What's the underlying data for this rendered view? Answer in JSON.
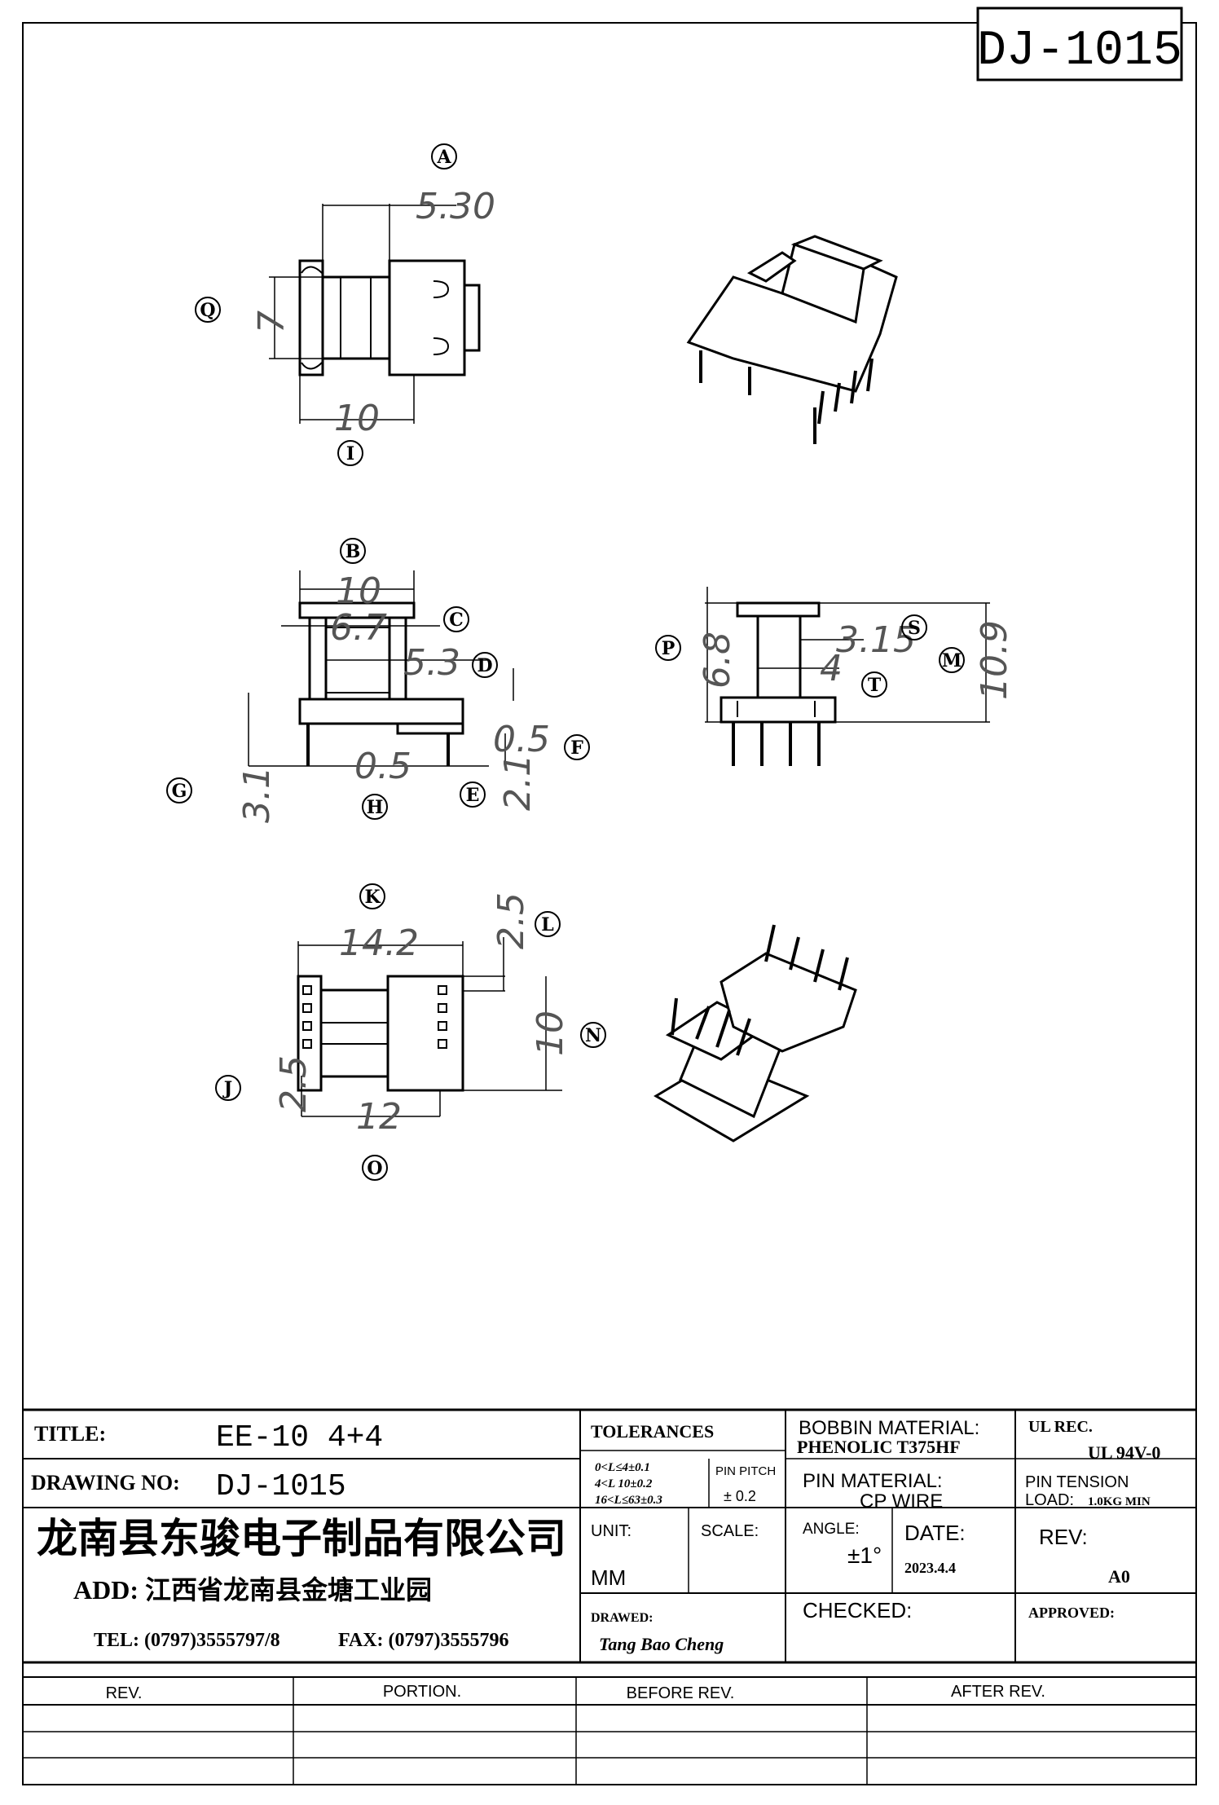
{
  "header": {
    "part_number": "DJ-1015"
  },
  "views": {
    "top": {
      "dim_a": "5.30",
      "dim_b": "7",
      "dim_c": "10",
      "label_a": "A",
      "label_q": "Q",
      "label_i": "I"
    },
    "front": {
      "dim_width": "10",
      "dim_inner": "6.7",
      "dim_core": "5.3",
      "dim_pin": "0.5",
      "dim_pin_right": "0.5",
      "dim_height_left": "3.1",
      "dim_height_right": "2.1",
      "label_b": "B",
      "label_c": "C",
      "label_d": "D",
      "label_e": "E",
      "label_f": "F",
      "label_g": "G",
      "label_h": "H"
    },
    "side": {
      "dim_total": "10.9",
      "dim_upper": "6.8",
      "dim_a": "3.15",
      "dim_b": "4",
      "label_p": "P",
      "label_s": "S",
      "label_m": "M",
      "label_t": "T"
    },
    "bottom": {
      "dim_width": "14.2",
      "dim_pitch_top": "2.5",
      "dim_height": "10",
      "dim_pitch_left": "2.5",
      "dim_bottom": "12",
      "label_k": "K",
      "label_l": "L",
      "label_n": "N",
      "label_j": "J",
      "label_o": "O"
    }
  },
  "title_block": {
    "title_label": "TITLE:",
    "title_value": "EE-10  4+4",
    "drawing_no_label": "DRAWING NO:",
    "drawing_no_value": "DJ-1015",
    "company": "龙南县东骏电子制品有限公司",
    "address": "ADD: 江西省龙南县金塘工业园",
    "tel": "TEL: (0797)3555797/8",
    "fax": "FAX: (0797)3555796",
    "tolerances_label": "TOLERANCES",
    "tol_1": "0<L≤4±0.1",
    "tol_2": "4<L   10±0.2",
    "tol_3": "16<L≤63±0.3",
    "pin_pitch_label": "PIN PITCH",
    "pin_pitch_value": "± 0.2",
    "unit_label": "UNIT:",
    "unit_value": "MM",
    "scale_label": "SCALE:",
    "drawn_label": "DRAWED:",
    "drawn_value": "Tang Bao Cheng",
    "bobbin_material_label": "BOBBIN MATERIAL:",
    "bobbin_material_value": "PHENOLIC  T375HF",
    "pin_material_label": "PIN MATERIAL:",
    "pin_material_value": "CP WIRE",
    "angle_label": "ANGLE:",
    "angle_value": "±1°",
    "date_label": "DATE:",
    "date_value": "2023.4.4",
    "checked_label": "CHECKED:",
    "ul_rec_label": "UL REC.",
    "ul_rec_value": "UL  94V-0",
    "pin_tension_label": "PIN TENSION",
    "pin_tension_load": "LOAD:",
    "pin_tension_value": "1.0KG MIN",
    "rev_label": "REV:",
    "rev_value": "A0",
    "approved_label": "APPROVED:"
  },
  "revision_table": {
    "headers": [
      "REV.",
      "PORTION.",
      "BEFORE REV.",
      "AFTER REV."
    ]
  }
}
